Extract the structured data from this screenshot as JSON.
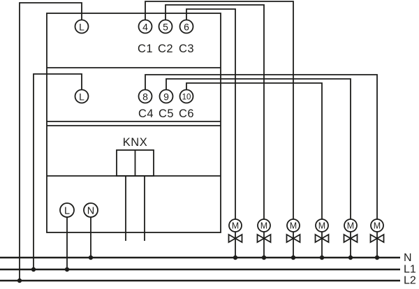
{
  "colors": {
    "line": "#1d1d1b",
    "background": "#ffffff"
  },
  "device": {
    "row1": {
      "phase_terminal": "L",
      "outputs": [
        "4",
        "5",
        "6"
      ],
      "channels": [
        "C1",
        "C2",
        "C3"
      ]
    },
    "row2": {
      "phase_terminal": "L",
      "outputs": [
        "8",
        "9",
        "10"
      ],
      "channels": [
        "C4",
        "C5",
        "C6"
      ]
    },
    "bus_label": "KNX",
    "power_terminals": {
      "l": "L",
      "n": "N"
    }
  },
  "actuators": {
    "labels": [
      "M",
      "M",
      "M",
      "M",
      "M",
      "M"
    ]
  },
  "mains": {
    "labels": [
      "N",
      "L1",
      "L2"
    ]
  },
  "connections": [
    "row1 L → L2",
    "terminal 4 (C1) → motor valve 3",
    "terminal 5 (C2) → motor valve 2",
    "terminal 6 (C3) → motor valve 1",
    "row2 L → L1",
    "terminal 8 (C4) → motor valve 6",
    "terminal 9 (C5) → motor valve 5",
    "terminal 10 (C6) → motor valve 4",
    "power L → L1",
    "power N → N",
    "all motor valves → N"
  ]
}
